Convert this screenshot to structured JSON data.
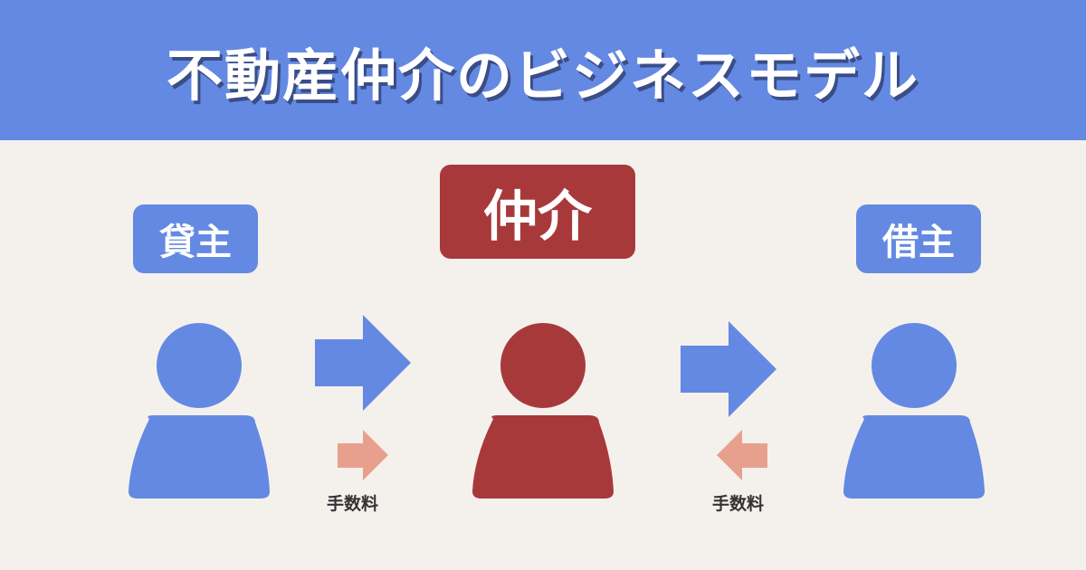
{
  "header": {
    "title": "不動産仲介のビジネスモデル"
  },
  "roles": {
    "lender": {
      "label": "貸主"
    },
    "broker": {
      "label": "仲介"
    },
    "borrower": {
      "label": "借主"
    }
  },
  "flows": [
    {
      "from": "lender",
      "to": "broker",
      "fee_label": "手数料",
      "fee_direction": "right"
    },
    {
      "from": "broker",
      "to": "borrower",
      "fee_label": "手数料",
      "fee_direction": "left"
    }
  ],
  "colors": {
    "header": "#6489e2",
    "blue": "#6489e2",
    "red": "#a8393b",
    "fee_arrow": "#e8a08e",
    "background": "#f4f1ed"
  }
}
